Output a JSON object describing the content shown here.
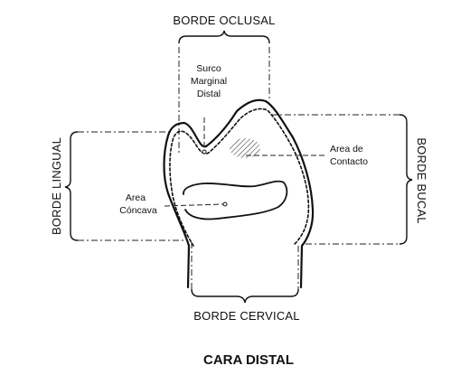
{
  "labels": {
    "top": "BORDE OCLUSAL",
    "left": "BORDE LINGUAL",
    "right": "BORDE BUCAL",
    "bottom": "BORDE CERVICAL",
    "surco": [
      "Surco",
      "Marginal",
      "Distal"
    ],
    "contacto": [
      "Area de",
      "Contacto"
    ],
    "concava": [
      "Area",
      "Cóncava"
    ]
  },
  "caption": "CARA DISTAL",
  "colors": {
    "ink": "#111111",
    "background": "#ffffff"
  }
}
